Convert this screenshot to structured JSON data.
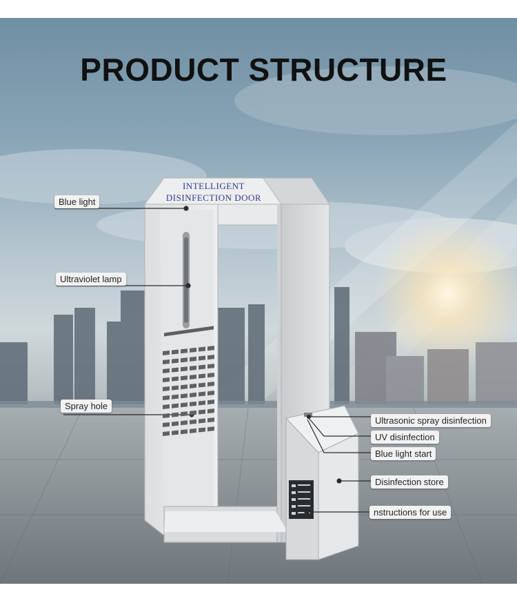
{
  "title": "PRODUCT STRUCTURE",
  "device": {
    "header_line1": "INTELLIGENT",
    "header_line2": "DISINFECTION DOOR"
  },
  "callouts": {
    "blue_light": "Blue light",
    "uv_lamp": "Ultraviolet lamp",
    "spray_hole": "Spray hole",
    "ultrasonic": "Ultrasonic spray disinfection",
    "uv_disinfection": "UV disinfection",
    "blue_light_start": "Blue light start",
    "disinfection_store": "Disinfection store",
    "instructions": "nstructions for use"
  }
}
